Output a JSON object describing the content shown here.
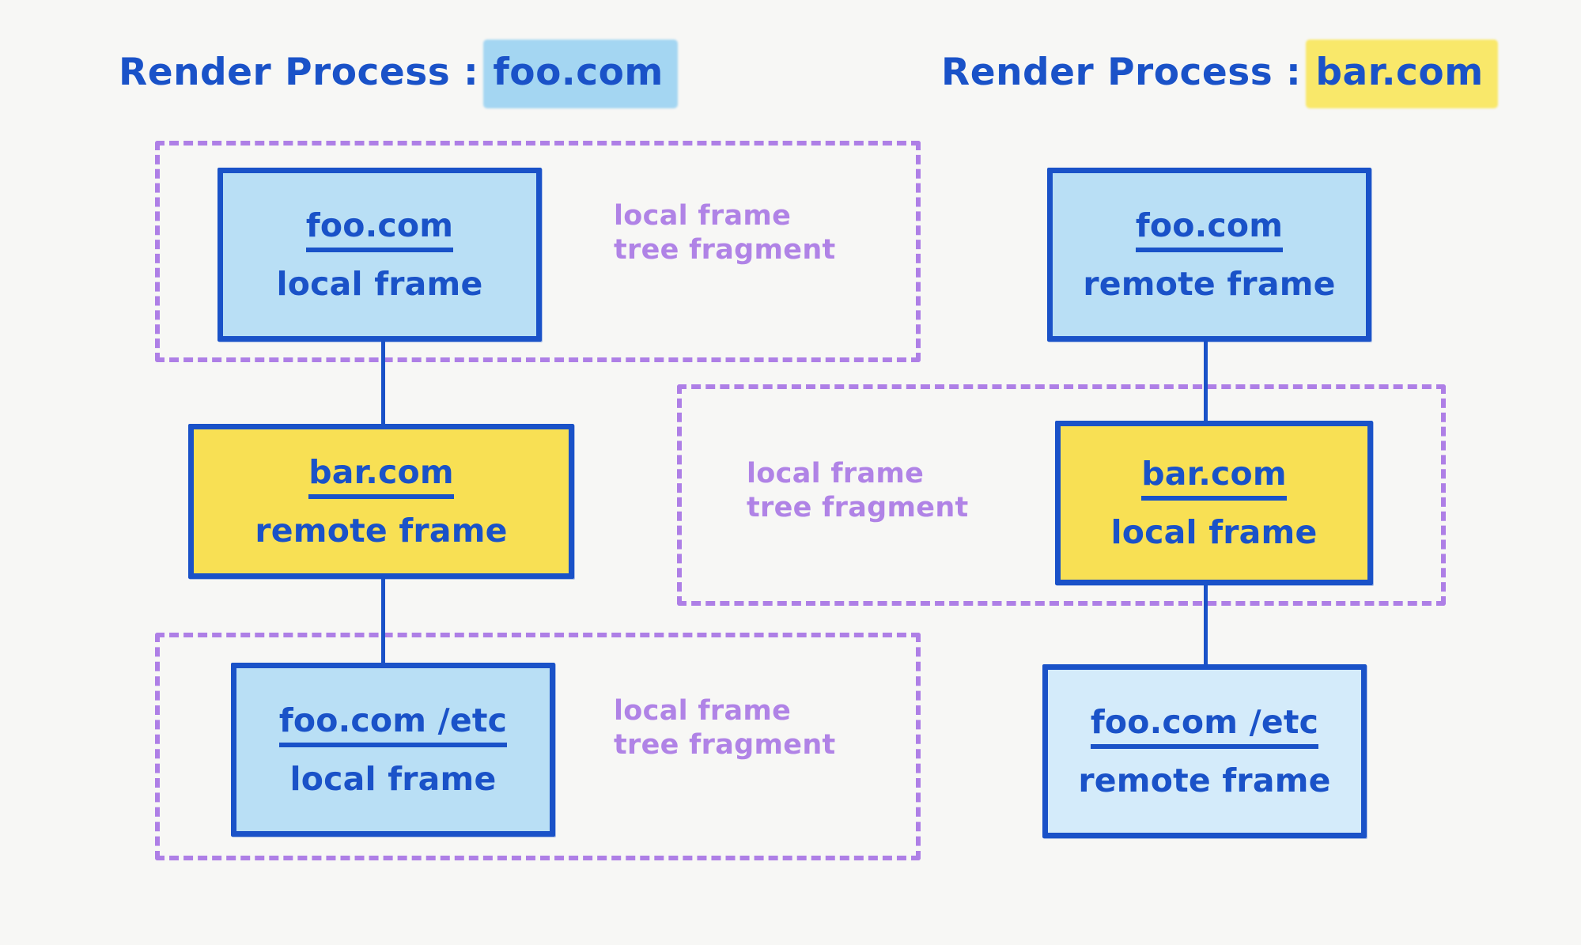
{
  "background_color": "#f7f7f5",
  "palette": {
    "ink_blue": "#1a52c8",
    "frame_blue_fill": "#b9dff5",
    "frame_blue_light_fill": "#d4ebfa",
    "frame_yellow_fill": "#f8e054",
    "fragment_purple": "#b083e6",
    "highlight_blue": "#a4d6f2",
    "highlight_yellow": "#f9e86a"
  },
  "processes": [
    {
      "id": "left",
      "title_lead": "Render Process :",
      "title_origin": "foo.com",
      "highlight": "blue",
      "frames": [
        {
          "origin": "foo.com",
          "kind": "local frame",
          "fill": "blue"
        },
        {
          "origin": "bar.com",
          "kind": "remote frame",
          "fill": "yellow"
        },
        {
          "origin": "foo.com /etc",
          "kind": "local frame",
          "fill": "blue"
        }
      ]
    },
    {
      "id": "right",
      "title_lead": "Render Process :",
      "title_origin": "bar.com",
      "highlight": "yellow",
      "frames": [
        {
          "origin": "foo.com",
          "kind": "remote frame",
          "fill": "blue"
        },
        {
          "origin": "bar.com",
          "kind": "local frame",
          "fill": "yellow"
        },
        {
          "origin": "foo.com /etc",
          "kind": "remote frame",
          "fill": "blue-light"
        }
      ]
    }
  ],
  "fragments": [
    {
      "id": "left-top",
      "label": "local frame\ntree fragment"
    },
    {
      "id": "middle",
      "label": "local frame\ntree fragment"
    },
    {
      "id": "left-bottom",
      "label": "local frame\ntree fragment"
    }
  ]
}
